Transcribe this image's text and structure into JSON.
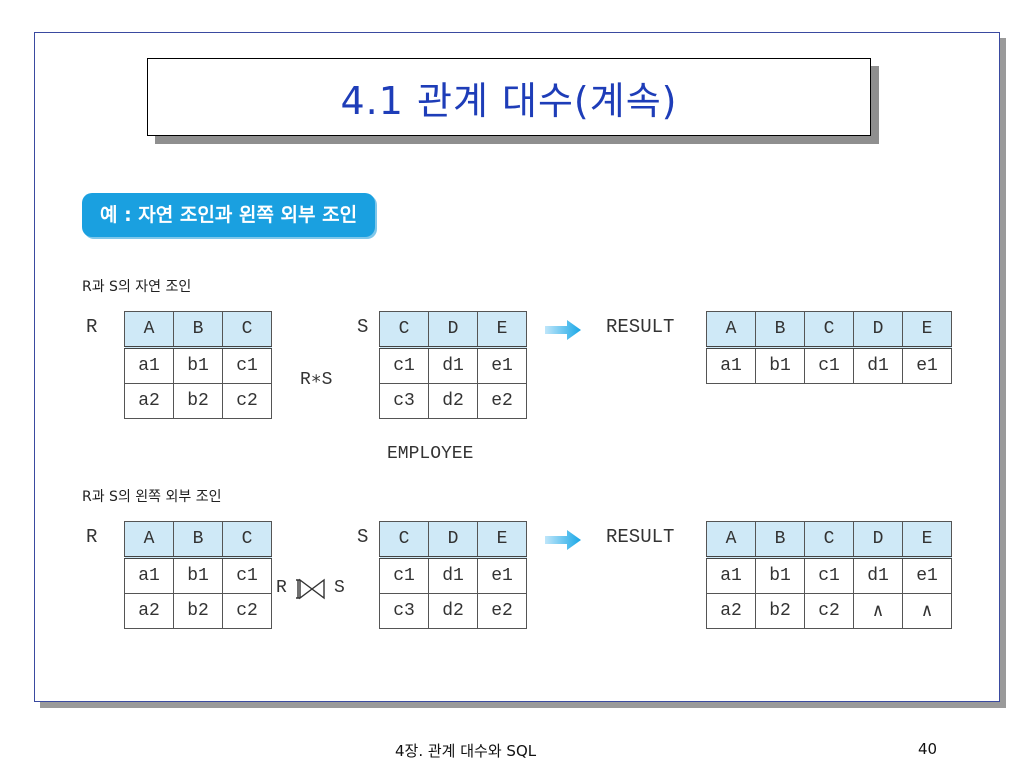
{
  "slide": {
    "title": "4.1 관계 대수(계속)",
    "badge": "예 : 자연 조인과 왼쪽 외부 조인",
    "footer_left": "4장. 관계 대수와 SQL",
    "page_number": "40",
    "accent_color": "#1aa0e0",
    "title_color": "#1e3db8",
    "header_cell_color": "#cfe9f7"
  },
  "natural_join": {
    "caption": "R과 S의 자연 조인",
    "r_label": "R",
    "s_label": "S",
    "operator": "R∗S",
    "result_label": "RESULT",
    "R": {
      "headers": [
        "A",
        "B",
        "C"
      ],
      "rows": [
        [
          "a1",
          "b1",
          "c1"
        ],
        [
          "a2",
          "b2",
          "c2"
        ]
      ]
    },
    "S": {
      "headers": [
        "C",
        "D",
        "E"
      ],
      "rows": [
        [
          "c1",
          "d1",
          "e1"
        ],
        [
          "c3",
          "d2",
          "e2"
        ]
      ]
    },
    "RESULT": {
      "headers": [
        "A",
        "B",
        "C",
        "D",
        "E"
      ],
      "rows": [
        [
          "a1",
          "b1",
          "c1",
          "d1",
          "e1"
        ]
      ]
    }
  },
  "employee_label": "EMPLOYEE",
  "left_outer_join": {
    "caption": "R과 S의 왼쪽 외부 조인",
    "r_label": "R",
    "s_label": "S",
    "op_left": "R",
    "op_right": "S",
    "operator_icon": "left-outer-join-icon",
    "result_label": "RESULT",
    "R": {
      "headers": [
        "A",
        "B",
        "C"
      ],
      "rows": [
        [
          "a1",
          "b1",
          "c1"
        ],
        [
          "a2",
          "b2",
          "c2"
        ]
      ]
    },
    "S": {
      "headers": [
        "C",
        "D",
        "E"
      ],
      "rows": [
        [
          "c1",
          "d1",
          "e1"
        ],
        [
          "c3",
          "d2",
          "e2"
        ]
      ]
    },
    "RESULT": {
      "headers": [
        "A",
        "B",
        "C",
        "D",
        "E"
      ],
      "rows": [
        [
          "a1",
          "b1",
          "c1",
          "d1",
          "e1"
        ],
        [
          "a2",
          "b2",
          "c2",
          "∧",
          "∧"
        ]
      ]
    }
  }
}
